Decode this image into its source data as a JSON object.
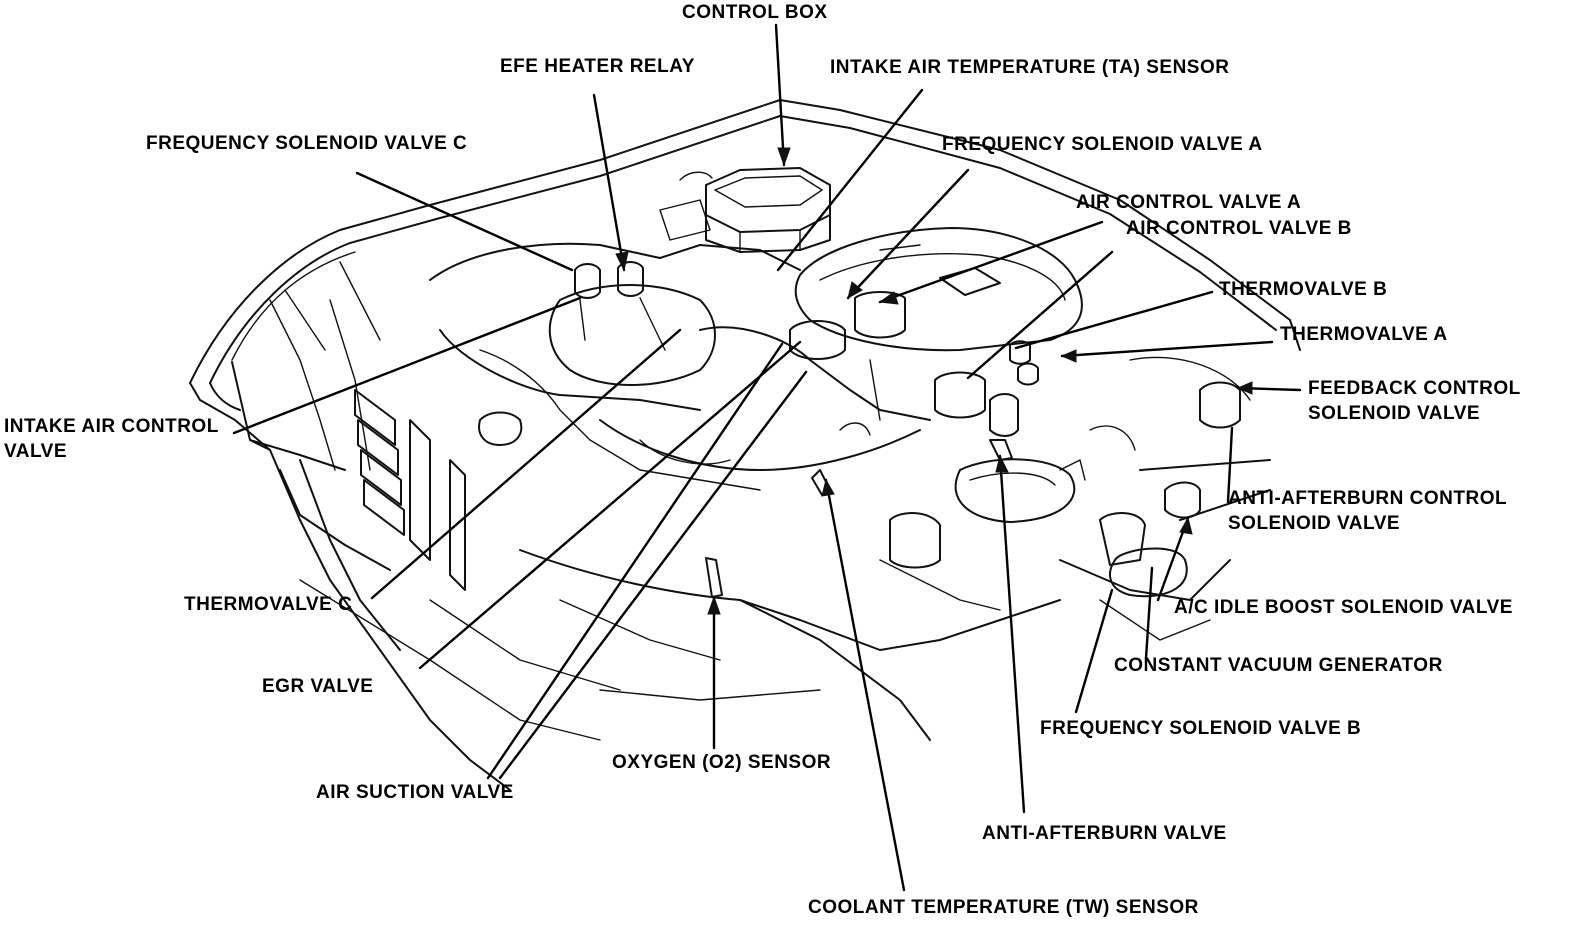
{
  "labels": {
    "control_box": "CONTROL BOX",
    "efe_heater_relay": "EFE HEATER RELAY",
    "intake_air_temp_sensor": "INTAKE AIR TEMPERATURE (TA) SENSOR",
    "frequency_solenoid_valve_c": "FREQUENCY SOLENOID VALVE C",
    "frequency_solenoid_valve_a": "FREQUENCY SOLENOID VALVE A",
    "air_control_valve_a": "AIR CONTROL VALVE A",
    "air_control_valve_b": "AIR CONTROL VALVE B",
    "thermovalve_b": "THERMOVALVE B",
    "thermovalve_a": "THERMOVALVE A",
    "feedback_control_line1": "FEEDBACK CONTROL",
    "feedback_control_line2": "SOLENOID VALVE",
    "intake_air_control_line1": "INTAKE AIR CONTROL",
    "intake_air_control_line2": "VALVE",
    "anti_afterburn_control_line1": "ANTI-AFTERBURN CONTROL",
    "anti_afterburn_control_line2": "SOLENOID VALVE",
    "ac_idle_boost": "A/C IDLE BOOST SOLENOID VALVE",
    "constant_vacuum_generator": "CONSTANT VACUUM GENERATOR",
    "frequency_solenoid_valve_b": "FREQUENCY SOLENOID VALVE B",
    "thermovalve_c": "THERMOVALVE C",
    "egr_valve": "EGR VALVE",
    "oxygen_sensor": "OXYGEN (O2) SENSOR",
    "air_suction_valve": "AIR SUCTION VALVE",
    "anti_afterburn_valve": "ANTI-AFTERBURN VALVE",
    "coolant_temp_sensor": "COOLANT TEMPERATURE (TW) SENSOR"
  }
}
